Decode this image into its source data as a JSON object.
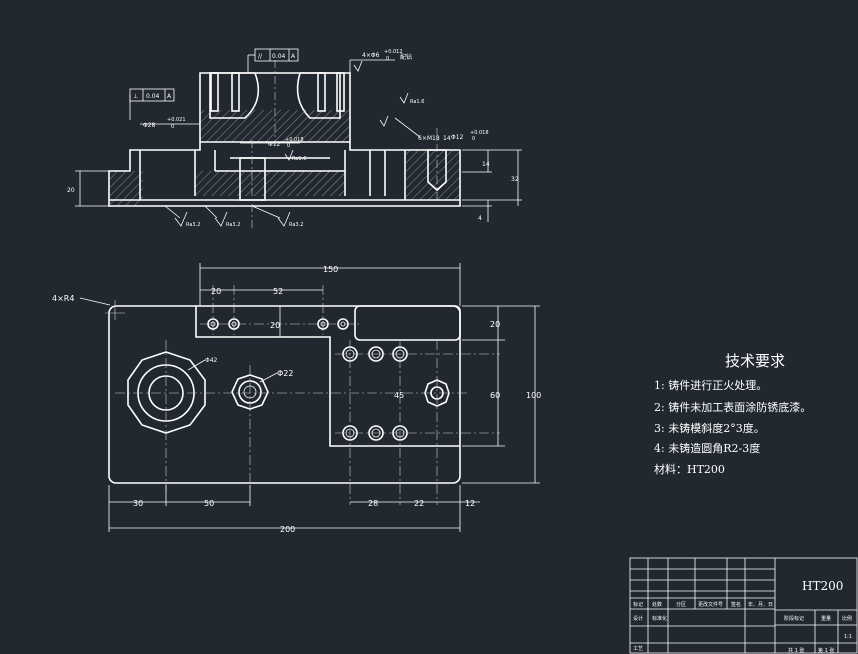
{
  "section_view": {
    "tolerances": {
      "parallelism_symbol": "//",
      "parallelism_value": "0.04",
      "parallelism_datum": "A",
      "perpendicular_symbol": "⊥",
      "perpendicular_value": "0.04",
      "perpendicular_datum": "A"
    },
    "labels": {
      "hole_4x": "4×Φ6",
      "hole_4x_tol": "+0.012",
      "hole_4x_tol_low": "0",
      "hole_4x_note": "配钻",
      "dia28": "Φ28",
      "dia28_tol": "+0.021",
      "dia28_tol_low": "0",
      "dia12_mid": "Φ12",
      "dia12_mid_tol": "+0.018",
      "dia12_mid_tol_low": "0",
      "dia12_right": "Φ12",
      "dia12_right_tol": "+0.018",
      "dia12_right_tol_low": "0",
      "thread": "6×M18",
      "thread_depth": "14",
      "ra": "Ra1.6",
      "ra_b": "Ra3.2",
      "dim14": "14",
      "dim32": "32",
      "dim20": "20",
      "dim4": "4"
    }
  },
  "plan_view": {
    "dims": {
      "overall_top": "150",
      "d20_top": "20",
      "d52": "52",
      "d20_inner": "20",
      "d20_right": "20",
      "d60": "60",
      "d100": "100",
      "d45": "45",
      "r4": "4×R4",
      "phi": "Φ42",
      "phi22": "Φ22",
      "b30": "30",
      "b50": "50",
      "b28": "28",
      "b22": "22",
      "b12": "12",
      "b200": "200"
    }
  },
  "tech_requirements": {
    "title": "技术要求",
    "items": [
      "1: 铸件进行正火处理。",
      "2: 铸件未加工表面涂防锈底漆。",
      "3: 未铸模斜度2°3度。",
      "4: 未铸造圆角R2-3度"
    ],
    "material": "材料：HT200"
  },
  "title_block": {
    "material": "HT200",
    "row_labels": [
      "标记",
      "处数",
      "分区",
      "更改文件号",
      "签名",
      "年、月、日"
    ],
    "design": "设计",
    "standard": "标准化",
    "approve": "工艺",
    "stage": "阶段标记",
    "weight": "重量",
    "scale": "比例",
    "scale_value": "1:1",
    "sheet": "共 1 张",
    "sheet_of": "第 1 张"
  }
}
